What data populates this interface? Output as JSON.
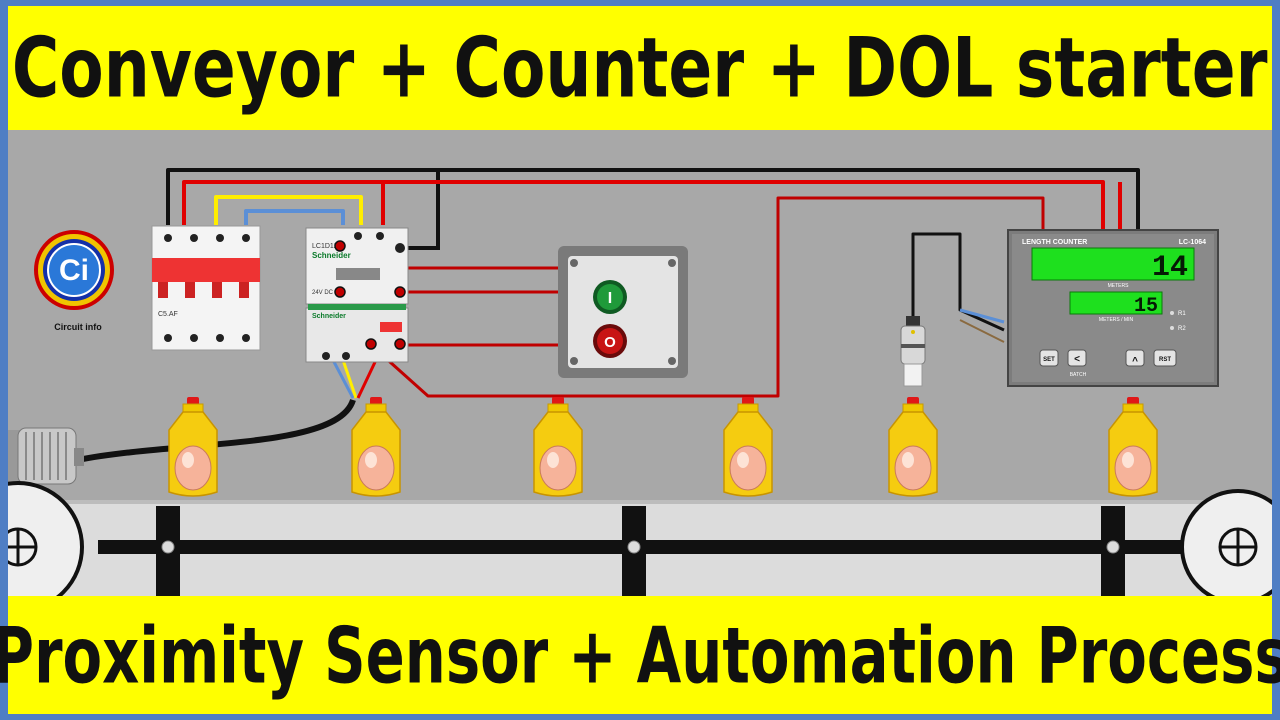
{
  "header": {
    "title": "Conveyor + Counter + DOL starter"
  },
  "footer": {
    "subtitle": "Proximity Sensor + Automation Process"
  },
  "logo": {
    "initials": "Ci",
    "caption": "Circuit info"
  },
  "breaker": {
    "model": "C5.AF"
  },
  "contactor": {
    "brand": "Schneider",
    "model": "LC1D12",
    "coil": "24V DC"
  },
  "overload_relay": {
    "brand": "Schneider"
  },
  "push_button_station": {
    "start_symbol": "I",
    "stop_symbol": "O"
  },
  "counter": {
    "title": "LENGTH COUNTER",
    "model": "LC-1064",
    "main_value": "14",
    "main_unit": "METERS",
    "secondary_value": "15",
    "secondary_unit": "METERS / MIN",
    "relay_1": "R1",
    "relay_2": "R2",
    "buttons": [
      "SET",
      "<",
      "^",
      "RST"
    ],
    "batch_label": "BATCH"
  },
  "colors": {
    "banner": "#ffff00",
    "background": "#a8a8a8",
    "frame": "#4f7ec4",
    "wire_phase": "#e00000",
    "wire_control": "#c00000",
    "wire_neutral": "#111111",
    "wire_blue": "#5b8fd6",
    "wire_yellow": "#ffee00",
    "start_button": "#1f9a3a",
    "stop_button": "#c81414",
    "lcd": "#1ee01e"
  }
}
